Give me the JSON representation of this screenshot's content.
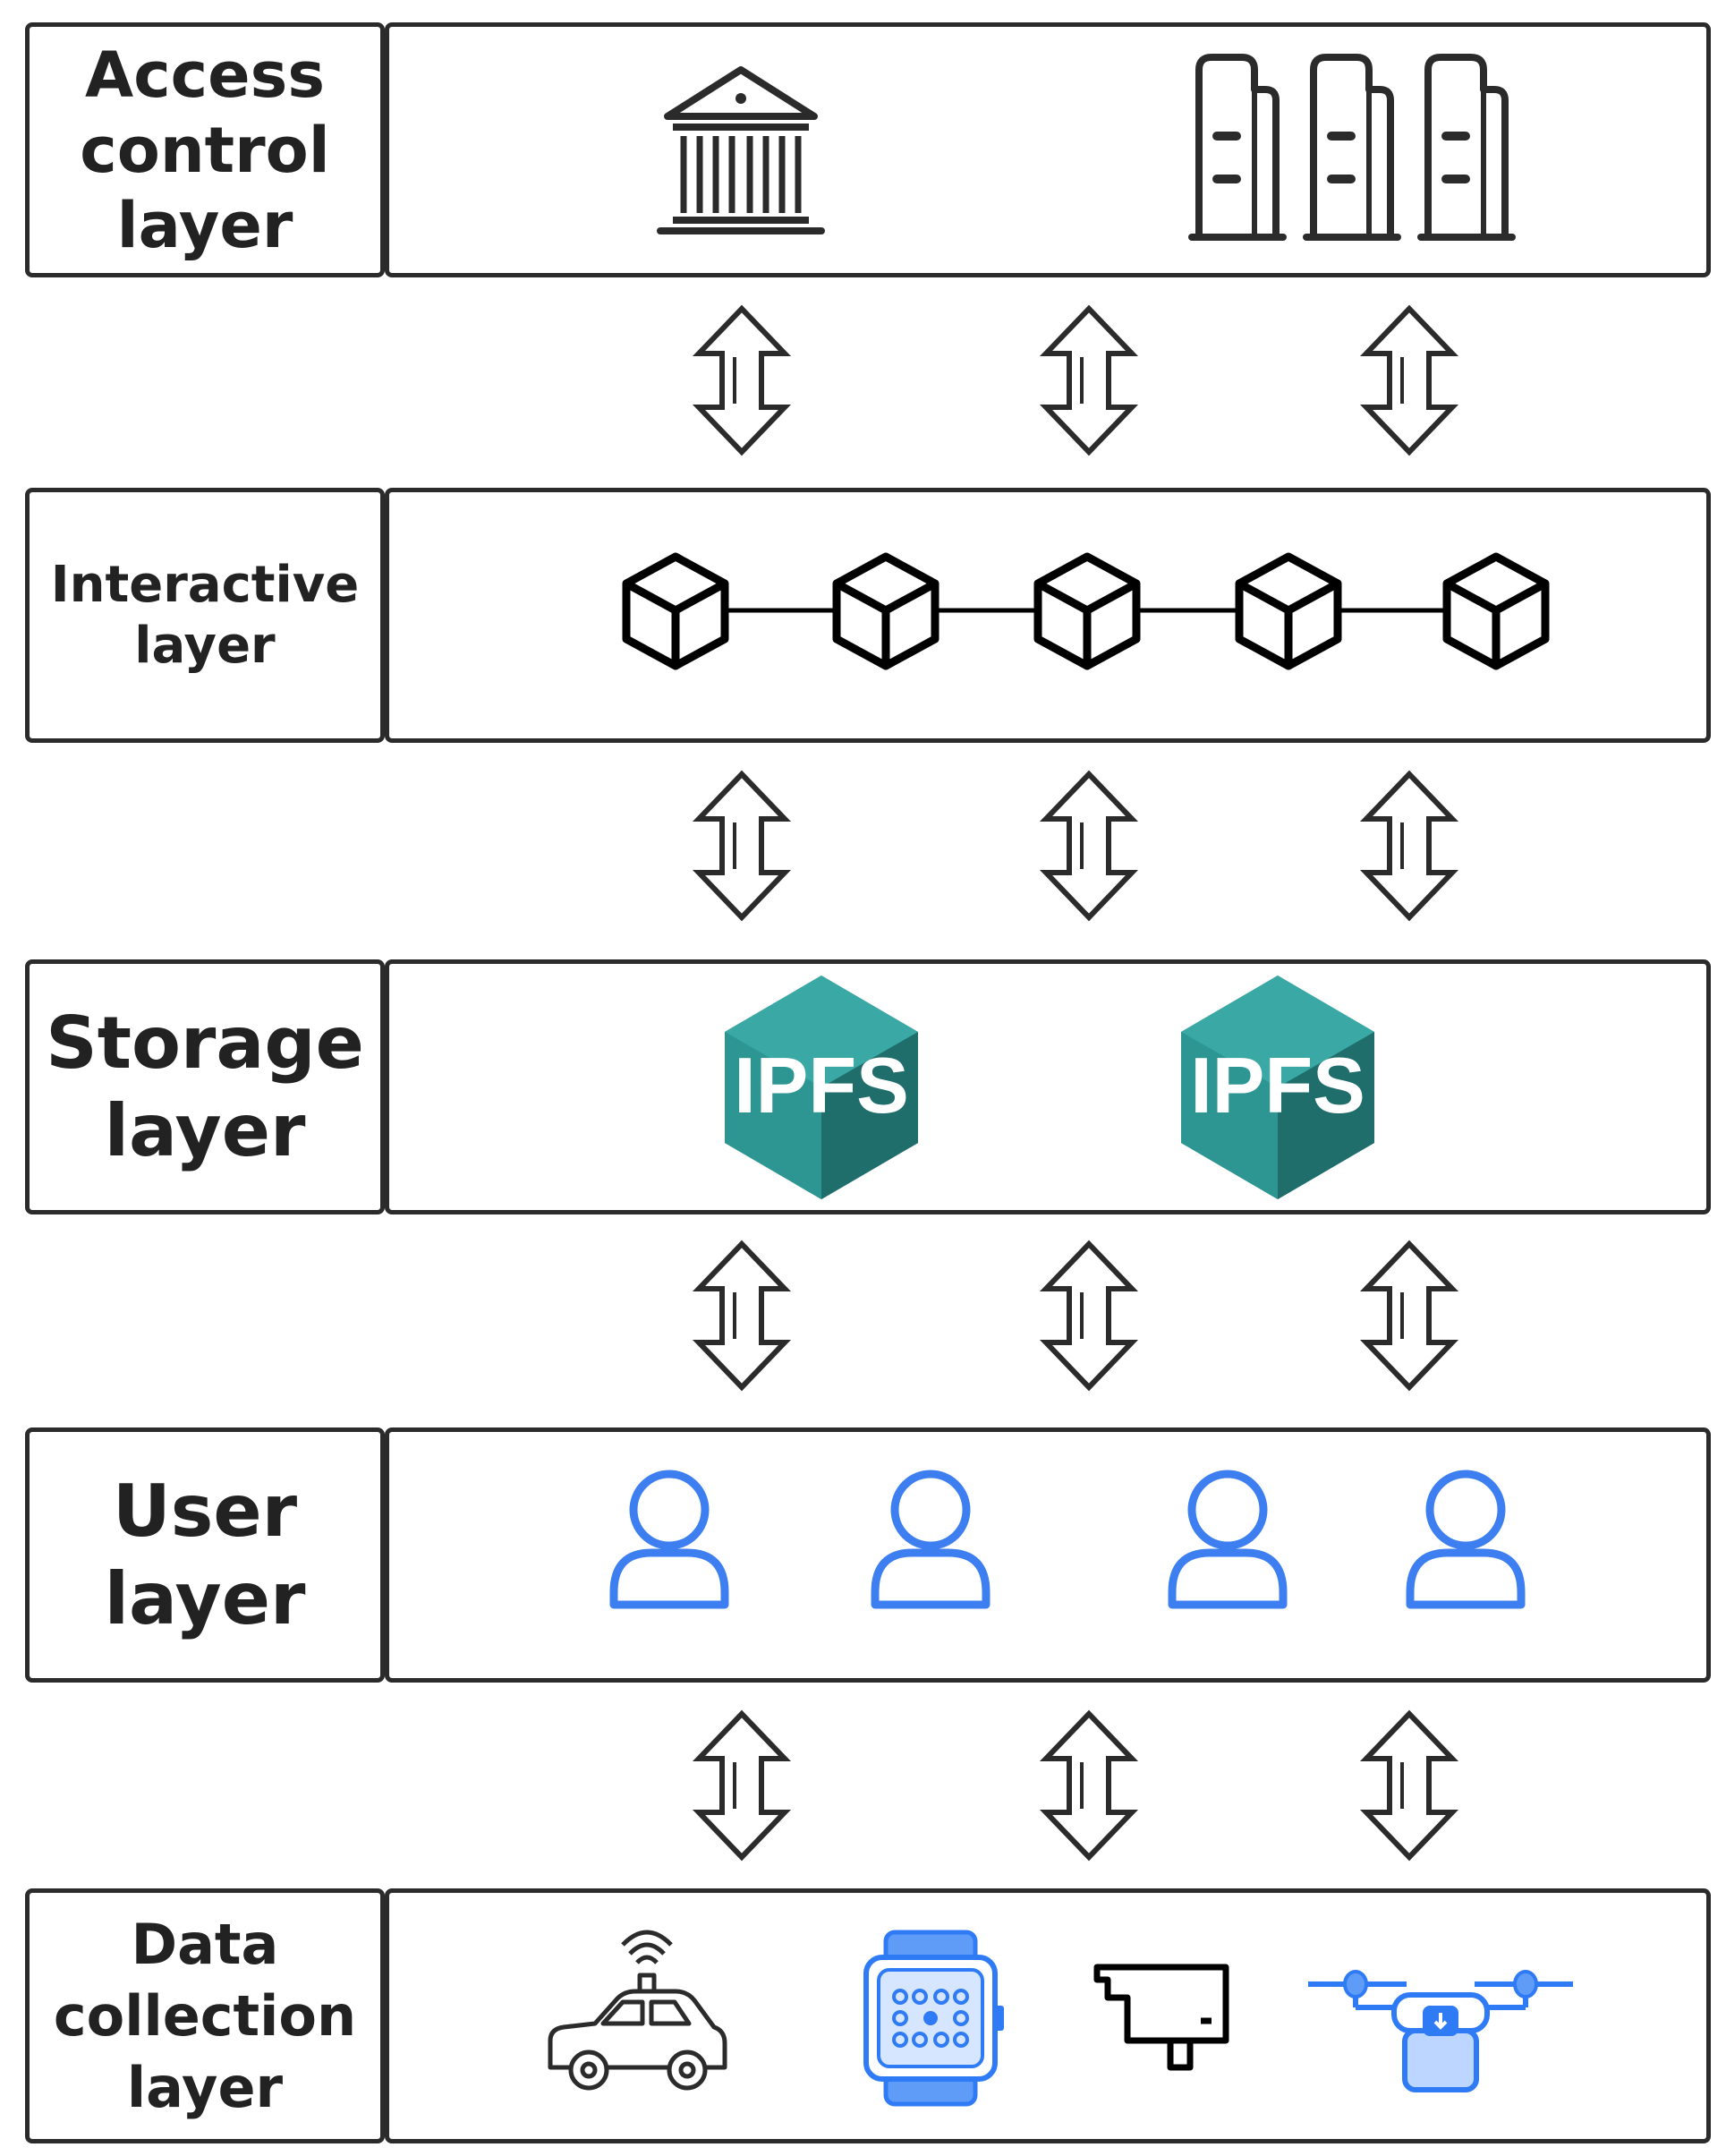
{
  "layers": [
    {
      "id": "access-control",
      "label": "Access\ncontrol\nlayer"
    },
    {
      "id": "interactive",
      "label": "Interactive\nlayer"
    },
    {
      "id": "storage",
      "label": "Storage\nlayer"
    },
    {
      "id": "user",
      "label": "User\nlayer"
    },
    {
      "id": "data-collection",
      "label": "Data\ncollection\nlayer"
    }
  ],
  "storage": {
    "node_label": "IPFS"
  },
  "icons": {
    "access_control": [
      "bank-icon",
      "server-icon",
      "server-icon",
      "server-icon"
    ],
    "interactive": [
      "block-icon",
      "block-icon",
      "block-icon",
      "block-icon",
      "block-icon"
    ],
    "storage": [
      "ipfs-icon",
      "ipfs-icon"
    ],
    "user": [
      "user-icon",
      "user-icon",
      "user-icon",
      "user-icon"
    ],
    "data_collection": [
      "car-icon",
      "smartwatch-icon",
      "camera-icon",
      "drone-icon"
    ],
    "connectors": "double-arrow-icon"
  },
  "colors": {
    "outline": "#2b2b2b",
    "ipfs_light": "#3aa8a4",
    "ipfs_mid": "#2a8c89",
    "ipfs_dark": "#1f6e6c",
    "user_blue": "#3d7ff0",
    "device_blue": "#2f7bf5"
  }
}
